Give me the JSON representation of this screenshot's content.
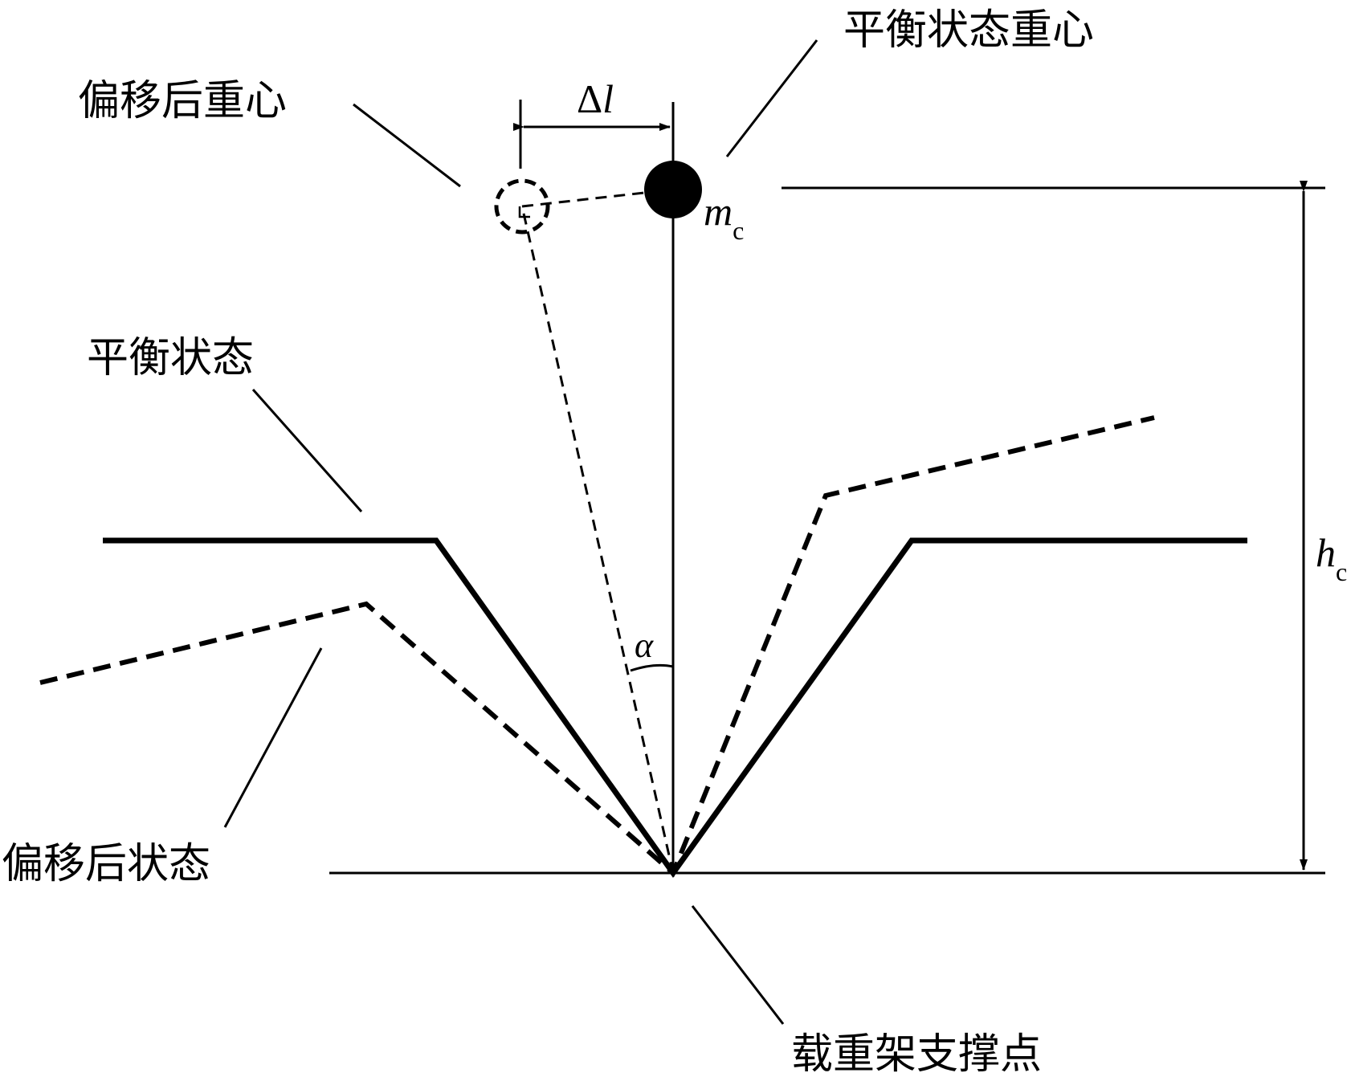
{
  "labels": {
    "shifted_cg": "偏移后重心",
    "balanced_cg": "平衡状态重心",
    "balanced_state": "平衡状态",
    "shifted_state": "偏移后状态",
    "support_point": "载重架支撑点"
  },
  "symbols": {
    "delta_l_prefix": "Δ",
    "delta_l_var": "l",
    "mass_var": "m",
    "mass_sub": "c",
    "height_var": "h",
    "height_sub": "c",
    "angle": "α"
  }
}
